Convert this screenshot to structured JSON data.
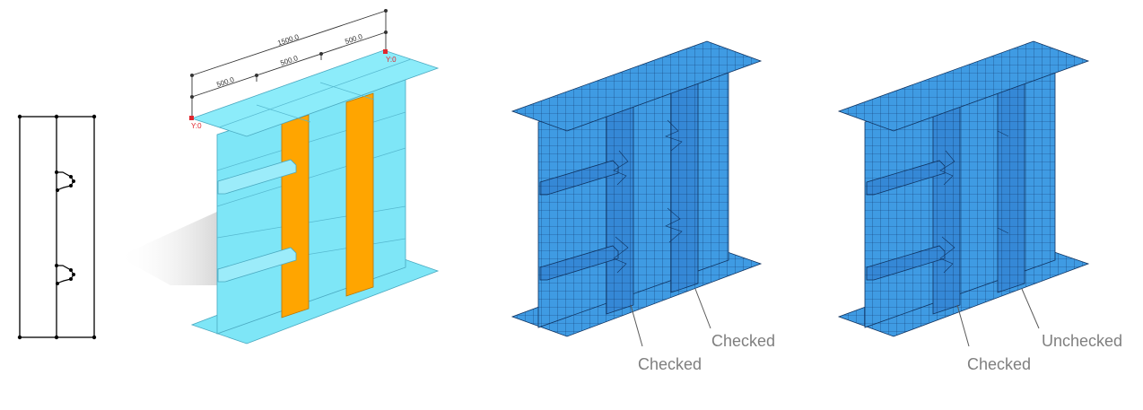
{
  "dimensions": {
    "total": "1500.0",
    "segments": [
      "500.0",
      "500.0",
      "500.0"
    ]
  },
  "markers": {
    "left_marker": "Y:0",
    "right_marker": "Y:0"
  },
  "callouts": {
    "panel1_bottom": "Checked",
    "panel1_right": "Checked",
    "panel2_bottom": "Checked",
    "panel2_right": "Unchecked"
  },
  "colors": {
    "steel_light": "#7ee6f7",
    "steel_face": "#5ad6f0",
    "stiffener": "#ffa500",
    "mesh_fill": "#3f9be3",
    "mesh_dark": "#2f7fcc",
    "mesh_line": "#123a6e",
    "marker_red": "#e0262e"
  },
  "icons": [
    "cross-section-sketch",
    "3d-girder-model",
    "mesh-view-checked",
    "mesh-view-mixed"
  ]
}
